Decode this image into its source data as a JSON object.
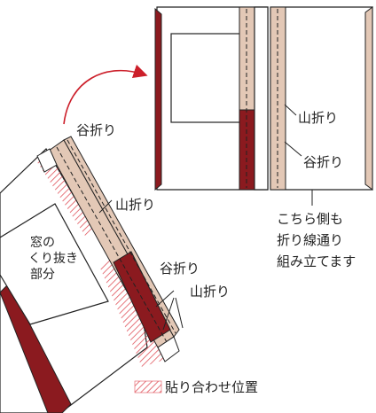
{
  "labels": {
    "valley_fold_top": "谷折り",
    "mountain_fold_right": "山折り",
    "valley_fold_right": "谷折り",
    "note_line1": "こちら側も",
    "note_line2": "折り線通り",
    "note_line3": "組み立てます",
    "mountain_fold_mid": "山折り",
    "window_line1": "窓の",
    "window_line2": "くり抜き",
    "window_line3": "部分",
    "valley_fold_lower": "谷折り",
    "mountain_fold_lower": "山折り",
    "legend": "貼り合わせ位置"
  },
  "colors": {
    "outline": "#222222",
    "tan": "#e3c8b6",
    "maroon": "#8b1a1f",
    "arrow": "#cc1f2a",
    "hatch": "#e0525a"
  }
}
